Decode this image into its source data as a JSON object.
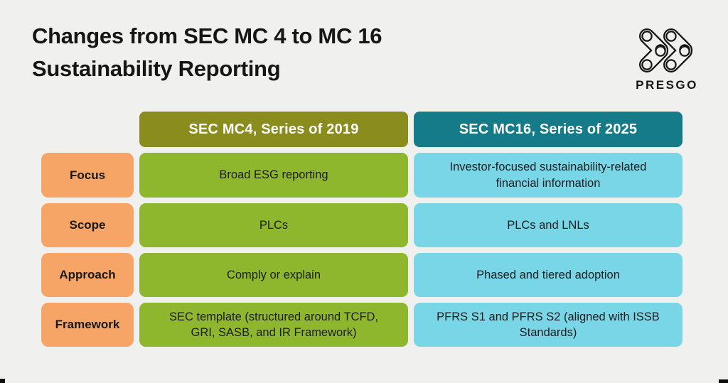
{
  "page": {
    "title_line1": "Changes from SEC MC 4 to MC 16",
    "title_line2": "Sustainability Reporting"
  },
  "logo": {
    "icon": "double-chevron-capsules-icon",
    "text": "PRESGO"
  },
  "colors": {
    "background": "#f0f0ef",
    "header_left_bg": "#8a8c1e",
    "header_right_bg": "#157b88",
    "header_text": "#ffffff",
    "label_bg": "#f6a566",
    "cell_left_bg": "#8fb72d",
    "cell_right_bg": "#79d6e6",
    "text": "#1d1d1f"
  },
  "table": {
    "columns": [
      {
        "header": "SEC MC4, Series of 2019"
      },
      {
        "header": "SEC MC16, Series of 2025"
      }
    ],
    "rows": [
      {
        "label": "Focus",
        "mc4": "Broad ESG reporting",
        "mc16": "Investor-focused sustainability-related financial information"
      },
      {
        "label": "Scope",
        "mc4": "PLCs",
        "mc16": "PLCs and LNLs"
      },
      {
        "label": "Approach",
        "mc4": "Comply or explain",
        "mc16": "Phased and tiered adoption"
      },
      {
        "label": "Framework",
        "mc4": "SEC template (structured around TCFD, GRI, SASB, and IR Framework)",
        "mc16": "PFRS S1 and PFRS S2 (aligned with ISSB Standards)"
      }
    ]
  }
}
